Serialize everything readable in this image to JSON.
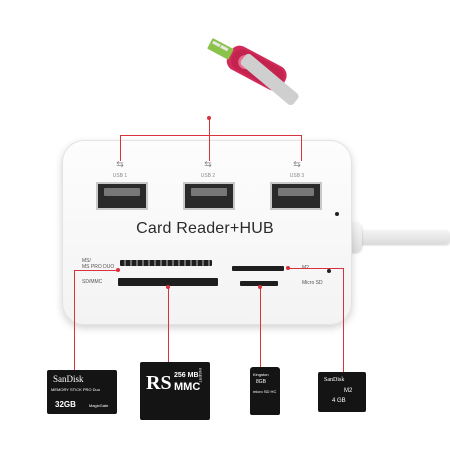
{
  "hub": {
    "title": "Card Reader+HUB",
    "usb_ports": [
      {
        "label": "USB 1",
        "icon": "usb-icon"
      },
      {
        "label": "USB 2",
        "icon": "usb-icon"
      },
      {
        "label": "USB 3",
        "icon": "usb-icon"
      }
    ],
    "slots": {
      "ms_label": "MS/\nMS PRO DUO",
      "sd_label": "SD/MMC",
      "m2_label": "M2",
      "microsd_label": "Micro SD"
    }
  },
  "cards": {
    "ms_pro_duo": {
      "brand": "SanDisk",
      "line1": "MEMORY STICK PRO Duo",
      "capacity": "32GB",
      "footer": "MagicGate"
    },
    "rs_mmc": {
      "brand": "RS",
      "sub": "MMC",
      "capacity": "256 MB",
      "side": "INSERT"
    },
    "microsd": {
      "brand": "Kingston",
      "capacity": "8GB",
      "tag": "micro SD HC"
    },
    "m2": {
      "brand": "SanDisk",
      "type": "M2",
      "capacity": "4 GB"
    }
  },
  "colors": {
    "accent": "#d8333d",
    "flash_drive": "#d42a5a",
    "hub_body": "#f5f5f5"
  }
}
